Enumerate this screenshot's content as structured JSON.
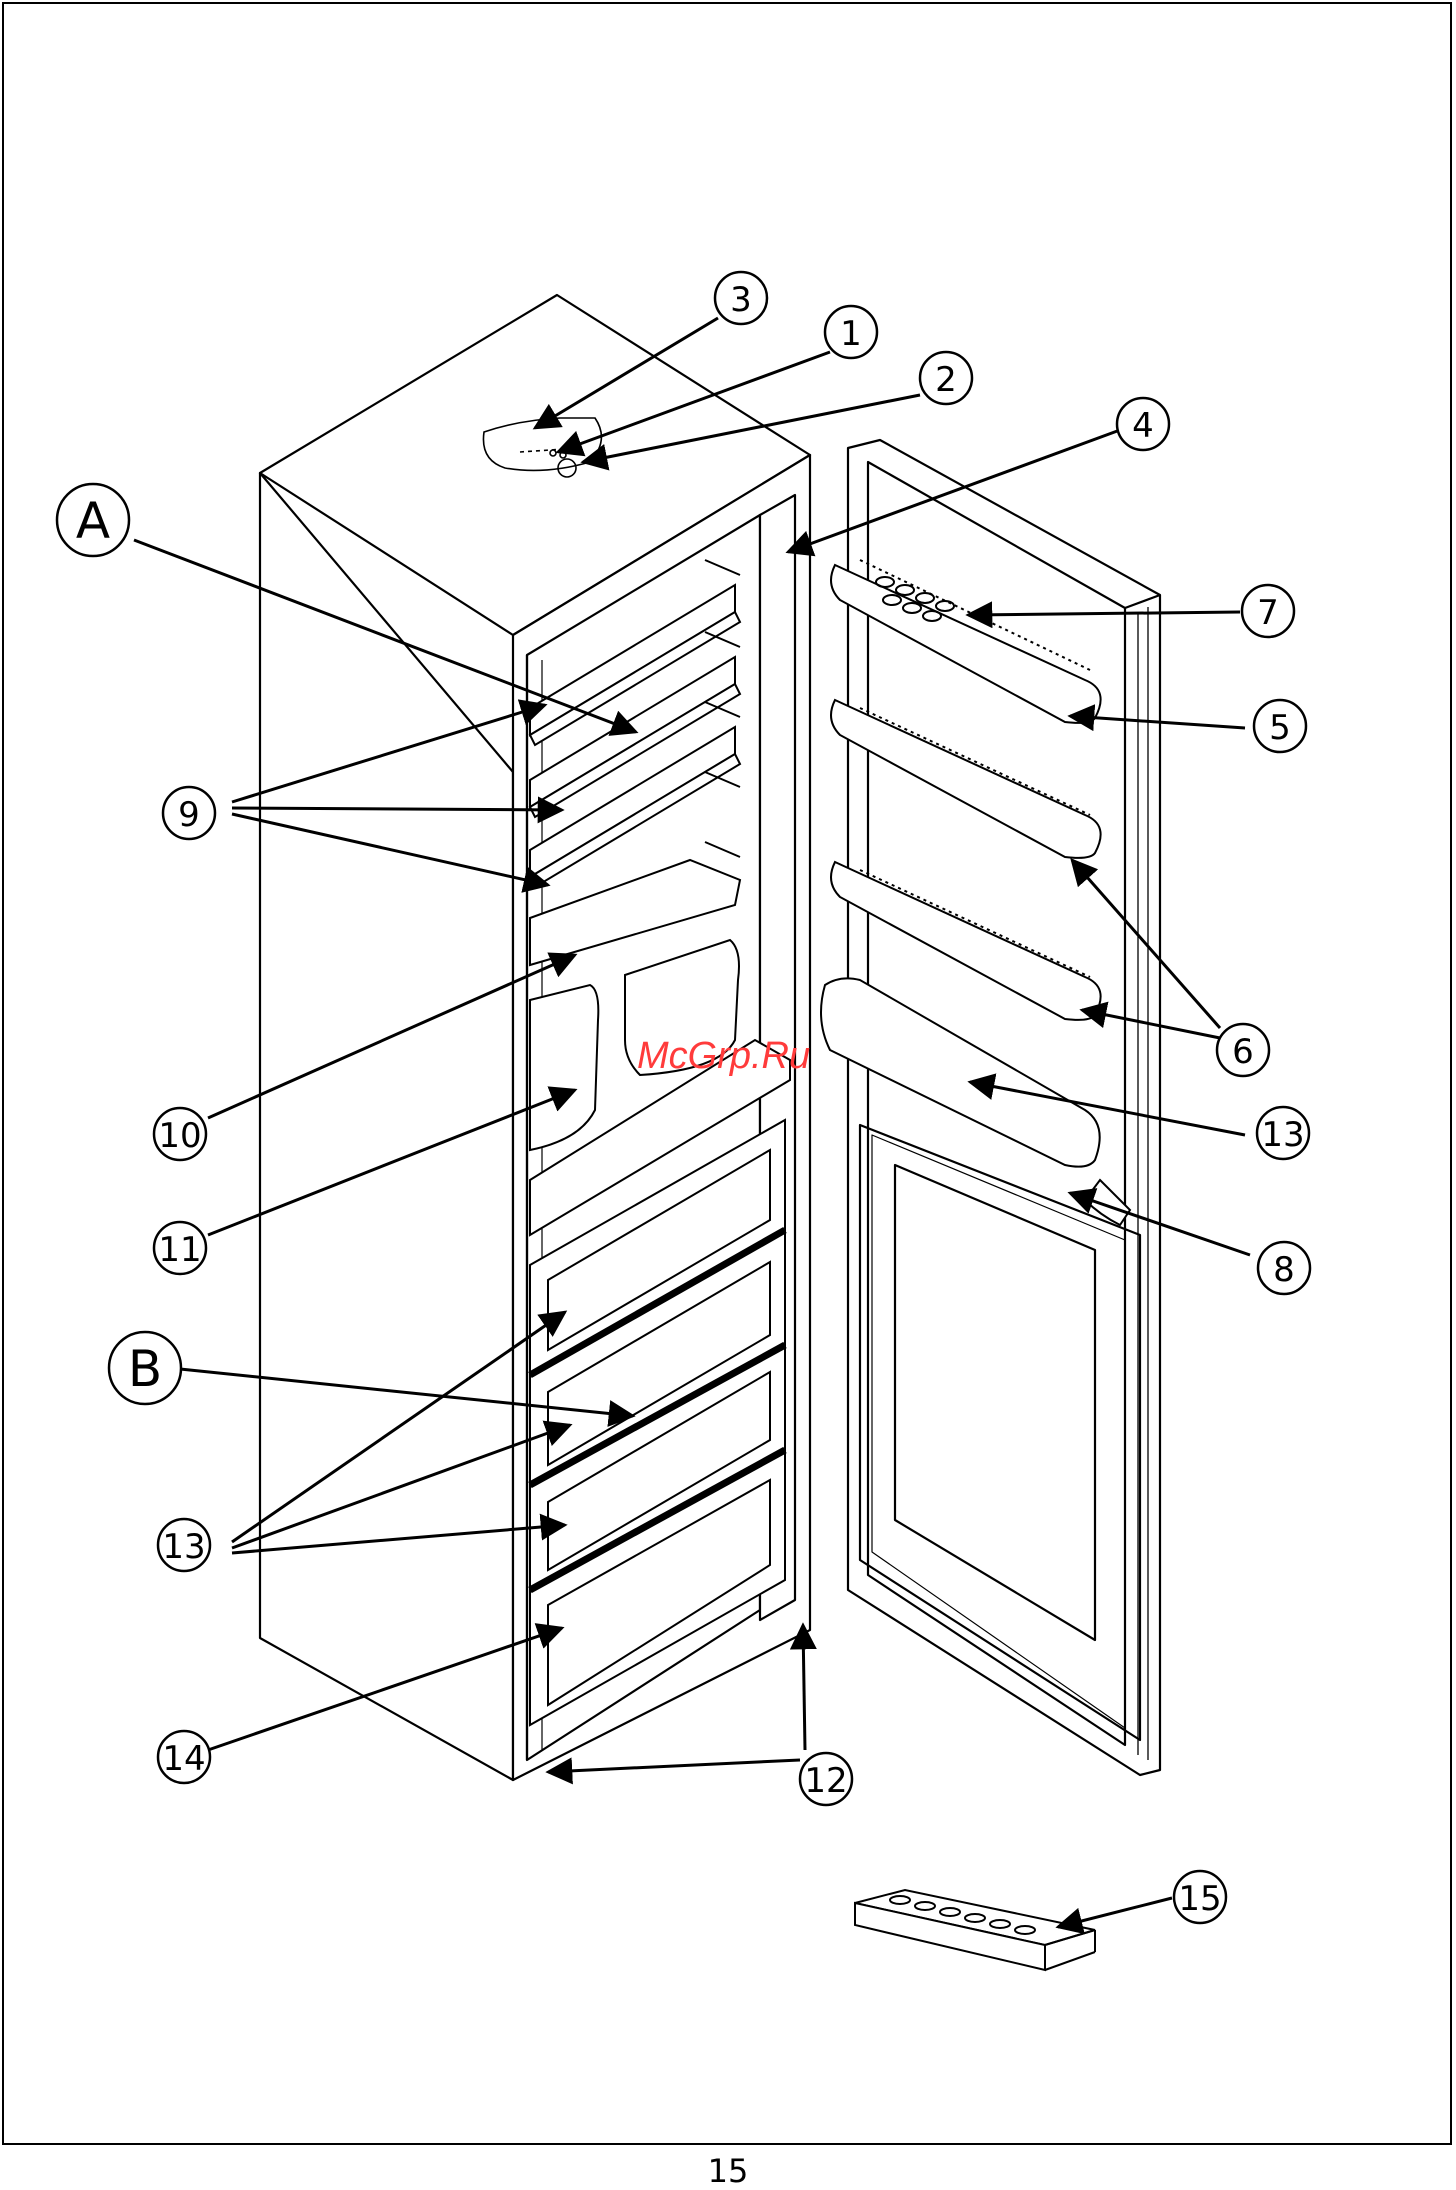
{
  "diagram": {
    "watermark": "McGrp.Ru",
    "callouts": {
      "c1": "1",
      "c2": "2",
      "c3": "3",
      "c4": "4",
      "c5": "5",
      "c6": "6",
      "c7": "7",
      "c8": "8",
      "c9": "9",
      "c10": "10",
      "c11": "11",
      "c12": "12",
      "c13a": "13",
      "c13b": "13",
      "c14": "14",
      "c15": "15",
      "cA": "A",
      "cB": "B"
    }
  },
  "page_number": "15"
}
